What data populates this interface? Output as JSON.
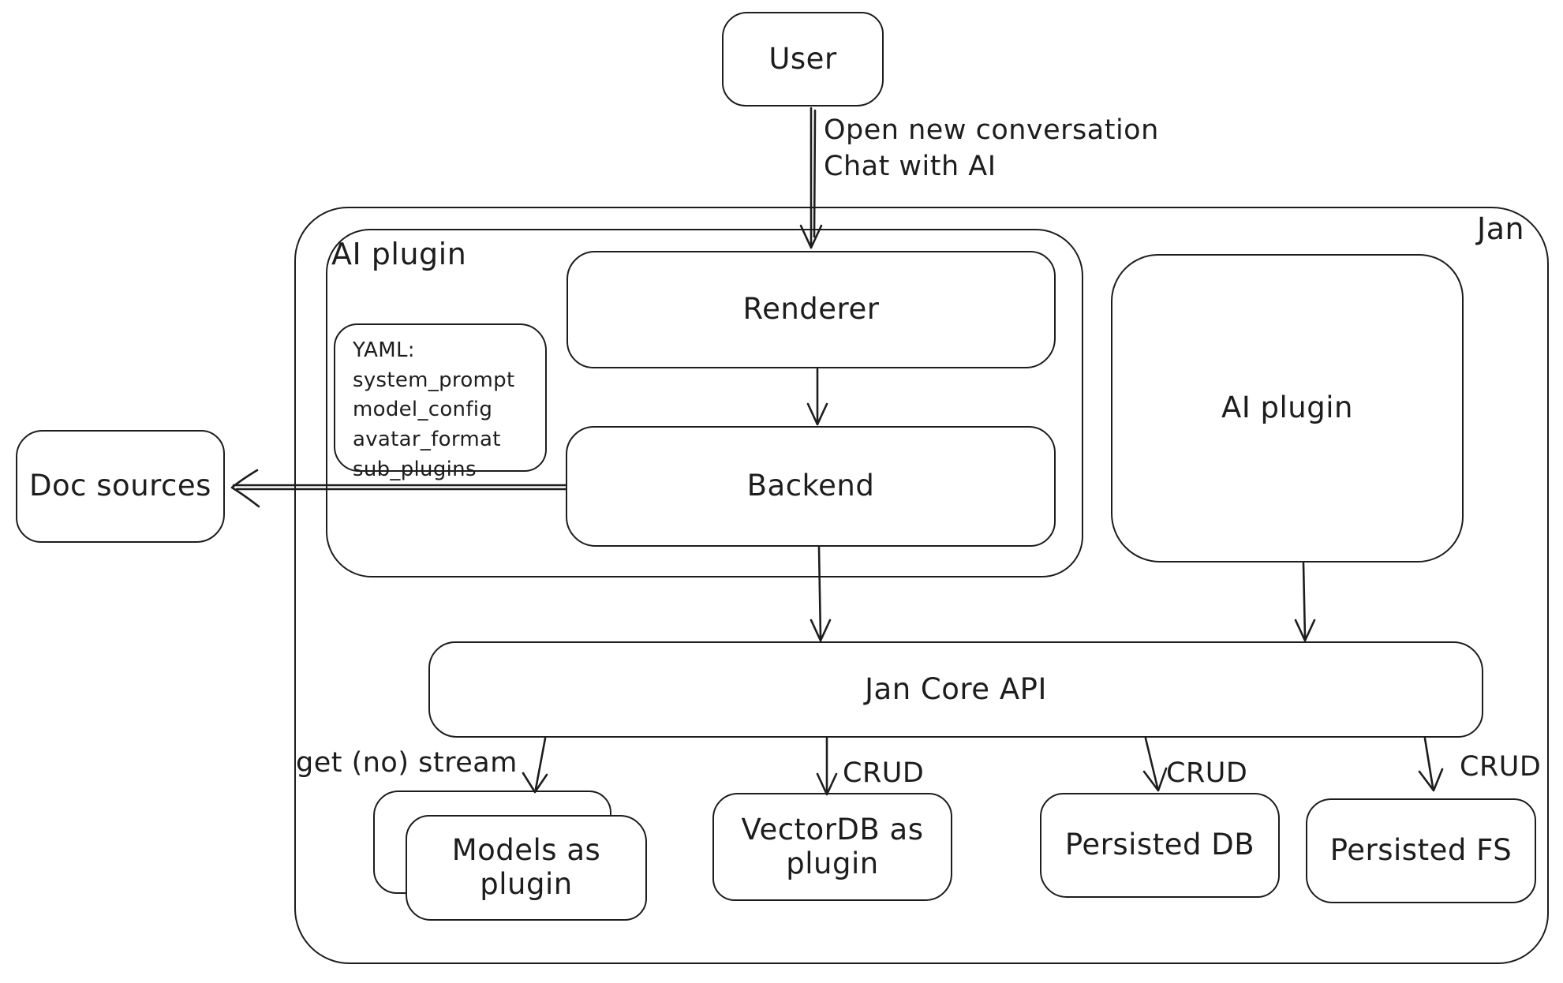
{
  "canvas": {
    "background": "#ffffff",
    "stroke_color": "#1d1d1d"
  },
  "nodes": {
    "user": {
      "label": "User"
    },
    "jan_container": {
      "label": "Jan"
    },
    "ai_plugin_container": {
      "label": "AI plugin"
    },
    "renderer": {
      "label": "Renderer"
    },
    "backend": {
      "label": "Backend"
    },
    "yaml_note": {
      "lines": [
        "YAML:",
        "system_prompt",
        "model_config",
        "avatar_format",
        "sub_plugins"
      ]
    },
    "doc_sources": {
      "label": "Doc sources"
    },
    "ai_plugin_right": {
      "label": "AI plugin"
    },
    "jan_core_api": {
      "label": "Jan Core API"
    },
    "models_as_plugin": {
      "label": "Models as plugin"
    },
    "vectordb_as_plugin": {
      "label": "VectorDB as plugin"
    },
    "persisted_db": {
      "label": "Persisted DB"
    },
    "persisted_fs": {
      "label": "Persisted FS"
    }
  },
  "edges": {
    "user_to_renderer": {
      "label_line1": "Open new conversation",
      "label_line2": "Chat with AI"
    },
    "jan_core_to_models": {
      "label": "get (no) stream"
    },
    "jan_core_to_vectordb": {
      "label": "CRUD"
    },
    "jan_core_to_persisted_db": {
      "label": "CRUD"
    },
    "jan_core_to_persisted_fs": {
      "label": "CRUD"
    }
  }
}
